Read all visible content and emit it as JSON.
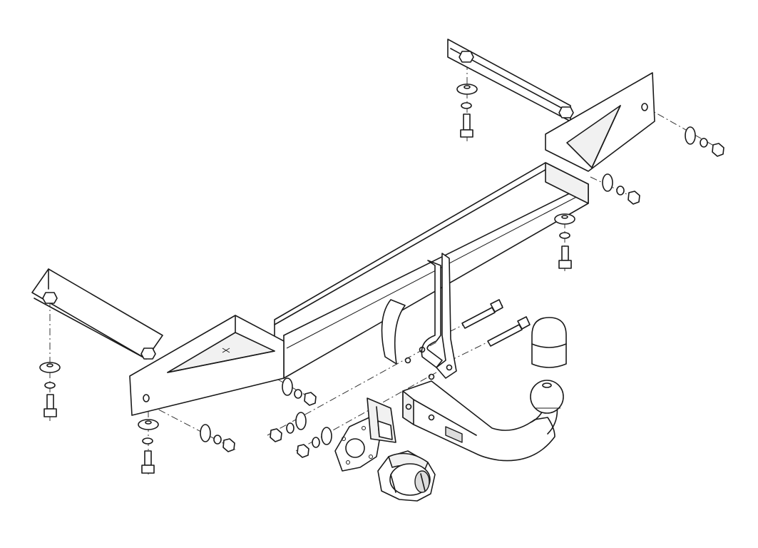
{
  "diagram": {
    "type": "exploded-assembly",
    "colors": {
      "line": "#1a1a1a",
      "background": "#ffffff",
      "shade": "#f1f1f1"
    },
    "parts": [
      {
        "id": "crossbar",
        "icon": "tow-bar-crossmember"
      },
      {
        "id": "left-bracket",
        "icon": "mounting-bracket"
      },
      {
        "id": "right-bracket",
        "icon": "mounting-bracket"
      },
      {
        "id": "tow-ball-neck",
        "icon": "tow-ball-neck"
      },
      {
        "id": "tow-ball-cap",
        "icon": "cap"
      },
      {
        "id": "socket-plate",
        "icon": "socket-bracket"
      },
      {
        "id": "electrical-socket",
        "icon": "socket"
      },
      {
        "id": "bolts",
        "icon": "bolt"
      },
      {
        "id": "washers",
        "icon": "washer"
      },
      {
        "id": "nuts",
        "icon": "nut"
      }
    ]
  }
}
